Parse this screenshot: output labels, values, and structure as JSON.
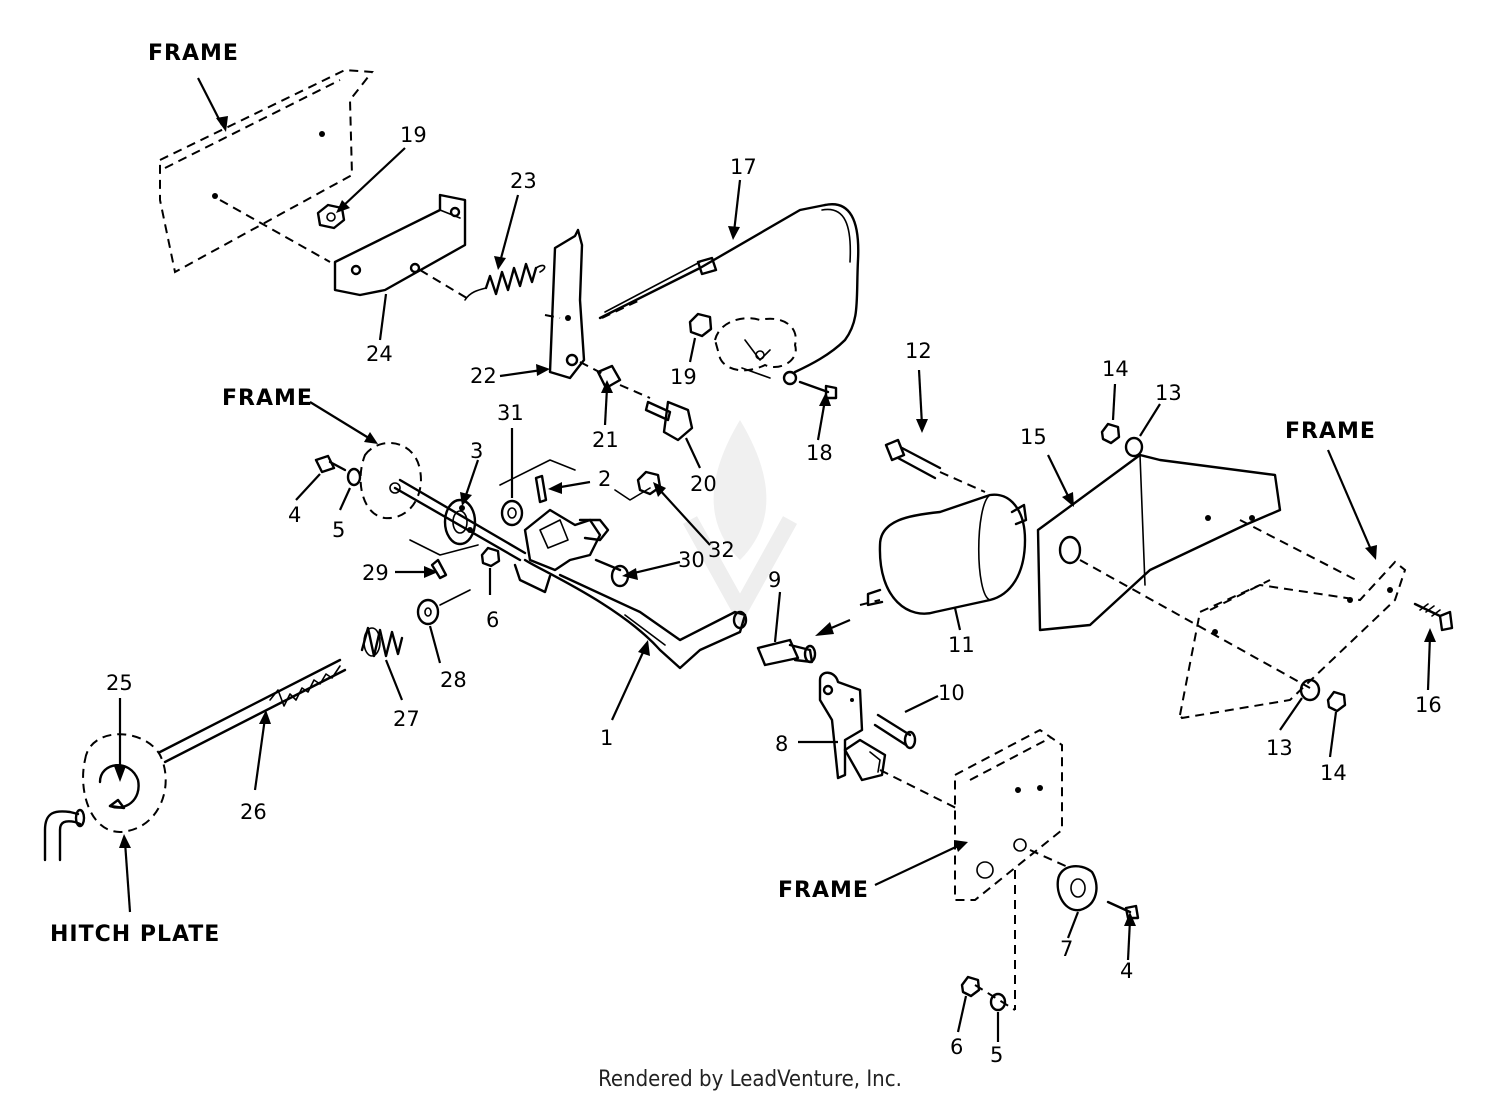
{
  "labels": {
    "frame_a": "FRAME",
    "frame_b": "FRAME",
    "frame_c": "FRAME",
    "frame_d": "FRAME",
    "hitch_plate": "HITCH PLATE"
  },
  "callouts": {
    "n1": "1",
    "n2": "2",
    "n3": "3",
    "n4a": "4",
    "n4b": "4",
    "n5a": "5",
    "n5b": "5",
    "n6a": "6",
    "n6b": "6",
    "n7": "7",
    "n8": "8",
    "n9": "9",
    "n10": "10",
    "n11": "11",
    "n12": "12",
    "n13a": "13",
    "n13b": "13",
    "n14a": "14",
    "n14b": "14",
    "n15": "15",
    "n16": "16",
    "n17": "17",
    "n18": "18",
    "n19a": "19",
    "n19b": "19",
    "n20": "20",
    "n21": "21",
    "n22": "22",
    "n23": "23",
    "n24": "24",
    "n25": "25",
    "n26": "26",
    "n27": "27",
    "n28": "28",
    "n29": "29",
    "n30": "30",
    "n31": "31",
    "n32": "32"
  },
  "footer": "Rendered by LeadVenture, Inc."
}
